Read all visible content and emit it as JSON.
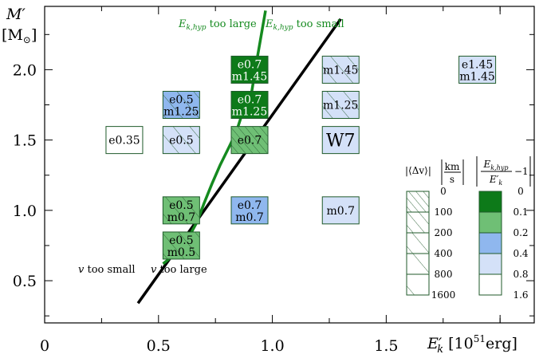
{
  "chart_data": {
    "type": "scatter",
    "xlim": [
      0,
      2.15
    ],
    "ylim": [
      0.2,
      2.45
    ],
    "x_ticks": [
      0,
      0.5,
      1.0,
      1.5,
      2.0
    ],
    "x_tick_labels": [
      "0",
      "0.5",
      "1.0",
      "1.5",
      ""
    ],
    "x_minor_ticks": [
      0.25,
      0.75,
      1.25,
      1.75,
      2.0
    ],
    "y_ticks": [
      0.5,
      1.0,
      1.5,
      2.0
    ],
    "y_tick_labels": [
      "0.5",
      "1.0",
      "1.5",
      "2.0"
    ],
    "y_minor_ticks": [
      0.25,
      0.75,
      1.25,
      1.75,
      2.25
    ],
    "xlabel_main": "E′",
    "xlabel_sub": "k",
    "xlabel_unit": "[10",
    "xlabel_unit_sup": "51",
    "xlabel_unit_end": "erg]",
    "ylabel_line1": "M′",
    "ylabel_line2_open": "[M",
    "ylabel_line2_sym": "⊙",
    "ylabel_line2_close": "]",
    "models": [
      {
        "line1": "e0.35",
        "line2": "",
        "x": 0.35,
        "y": 1.5,
        "fill_cat": "1.6",
        "hatch": "none",
        "big": false
      },
      {
        "line1": "e0.5",
        "line2": "",
        "x": 0.6,
        "y": 1.5,
        "fill_cat": "0.8",
        "hatch": "diag",
        "big": false
      },
      {
        "line1": "e0.5",
        "line2": "m1.25",
        "x": 0.6,
        "y": 1.75,
        "fill_cat": "0.4",
        "hatch": "diag",
        "big": false
      },
      {
        "line1": "e0.5",
        "line2": "m0.7",
        "x": 0.6,
        "y": 1.0,
        "fill_cat": "0.2",
        "hatch": "diag",
        "big": false
      },
      {
        "line1": "e0.5",
        "line2": "m0.5",
        "x": 0.6,
        "y": 0.75,
        "fill_cat": "0.2",
        "hatch": "diag",
        "big": false
      },
      {
        "line1": "e0.7",
        "line2": "",
        "x": 0.9,
        "y": 1.5,
        "fill_cat": "0.2",
        "hatch": "dense",
        "big": false
      },
      {
        "line1": "e0.7",
        "line2": "m1.45",
        "x": 0.9,
        "y": 2.0,
        "fill_cat": "0.1",
        "hatch": "none",
        "big": false
      },
      {
        "line1": "e0.7",
        "line2": "m1.25",
        "x": 0.9,
        "y": 1.75,
        "fill_cat": "0.1",
        "hatch": "none",
        "big": false
      },
      {
        "line1": "e0.7",
        "line2": "m0.7",
        "x": 0.9,
        "y": 1.0,
        "fill_cat": "0.4",
        "hatch": "none",
        "big": false
      },
      {
        "line1": "m1.45",
        "line2": "",
        "x": 1.3,
        "y": 2.0,
        "fill_cat": "0.8",
        "hatch": "diag",
        "big": false
      },
      {
        "line1": "m1.25",
        "line2": "",
        "x": 1.3,
        "y": 1.75,
        "fill_cat": "0.8",
        "hatch": "diag",
        "big": false
      },
      {
        "line1": "W7",
        "line2": "",
        "x": 1.3,
        "y": 1.5,
        "fill_cat": "0.8",
        "hatch": "none",
        "big": true
      },
      {
        "line1": "m0.7",
        "line2": "",
        "x": 1.3,
        "y": 1.0,
        "fill_cat": "0.8",
        "hatch": "none",
        "big": false
      },
      {
        "line1": "e1.45",
        "line2": "m1.45",
        "x": 1.9,
        "y": 2.0,
        "fill_cat": "0.8",
        "hatch": "none",
        "big": false
      }
    ],
    "v_line": {
      "x": [
        0.41,
        1.3
      ],
      "y": [
        0.34,
        2.36
      ]
    },
    "ek_curve": {
      "x": [
        0.52,
        0.58,
        0.63,
        0.67,
        0.7,
        0.735,
        0.77,
        0.81,
        0.84,
        0.87,
        0.91,
        0.93,
        0.97
      ],
      "y": [
        0.62,
        0.7,
        0.8,
        0.92,
        1.05,
        1.19,
        1.32,
        1.45,
        1.55,
        1.7,
        1.85,
        2.05,
        2.42
      ]
    },
    "annotations": {
      "ek_large": {
        "main": "E",
        "sub": "k,hyp",
        "rest": " too large"
      },
      "ek_small": {
        "main": "E",
        "sub": "k,hyp",
        "rest": " too small"
      },
      "v_small": {
        "main": "v",
        "rest": " too small"
      },
      "v_large": {
        "main": "v",
        "rest": " too large"
      }
    },
    "legend": {
      "dv_header": {
        "open": "⟨Δv⟩",
        "num": "km",
        "den": "s"
      },
      "ek_header": {
        "num_main": "E",
        "num_sub": "k,hyp",
        "den_main": "E′",
        "den_sub": "k",
        "tail": "−1"
      },
      "dv_levels": [
        "0",
        "100",
        "200",
        "400",
        "800",
        "1600"
      ],
      "ek_levels": [
        "0",
        "0.1",
        "0.2",
        "0.4",
        "0.8",
        "1.6"
      ],
      "dv_hatches": [
        "dense",
        "medium",
        "diag",
        "sparse",
        "sparser",
        "none"
      ],
      "ek_fills": [
        "0.1",
        "0.2",
        "0.4",
        "0.8",
        "1.6"
      ]
    },
    "colors": {
      "0.1": "#0d7a19",
      "0.2": "#6fbf75",
      "0.4": "#8fb7ee",
      "0.8": "#d4e1f8",
      "1.6": "#ffffff",
      "border": "#1f5a2a",
      "curve": "#158a1f",
      "black": "#000000"
    }
  }
}
